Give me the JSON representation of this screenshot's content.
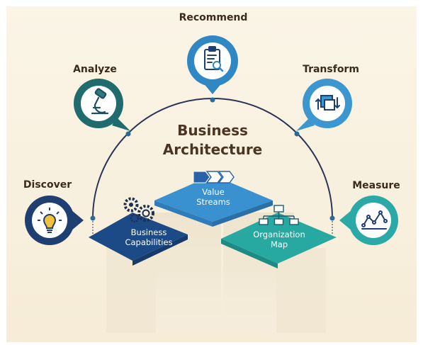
{
  "diagram": {
    "title_line1": "Business",
    "title_line2": "Architecture",
    "stages": [
      {
        "label": "Discover",
        "icon": "lightbulb-icon",
        "color": "#1f3f73"
      },
      {
        "label": "Analyze",
        "icon": "microscope-icon",
        "color": "#1f6b6e"
      },
      {
        "label": "Recommend",
        "icon": "clipboard-magnifier-icon",
        "color": "#2f87c4"
      },
      {
        "label": "Transform",
        "icon": "transform-arrows-icon",
        "color": "#3c96cf"
      },
      {
        "label": "Measure",
        "icon": "line-chart-icon",
        "color": "#2aa9a7"
      }
    ],
    "tiles": [
      {
        "line1": "Value",
        "line2": "Streams",
        "icon": "chevron-arrows-icon",
        "color": "#3a91cf"
      },
      {
        "line1": "Business",
        "line2": "Capabilities",
        "icon": "gears-icon",
        "color": "#1c4a86"
      },
      {
        "line1": "Organization",
        "line2": "Map",
        "icon": "org-chart-icon",
        "color": "#27a8a1"
      }
    ]
  }
}
